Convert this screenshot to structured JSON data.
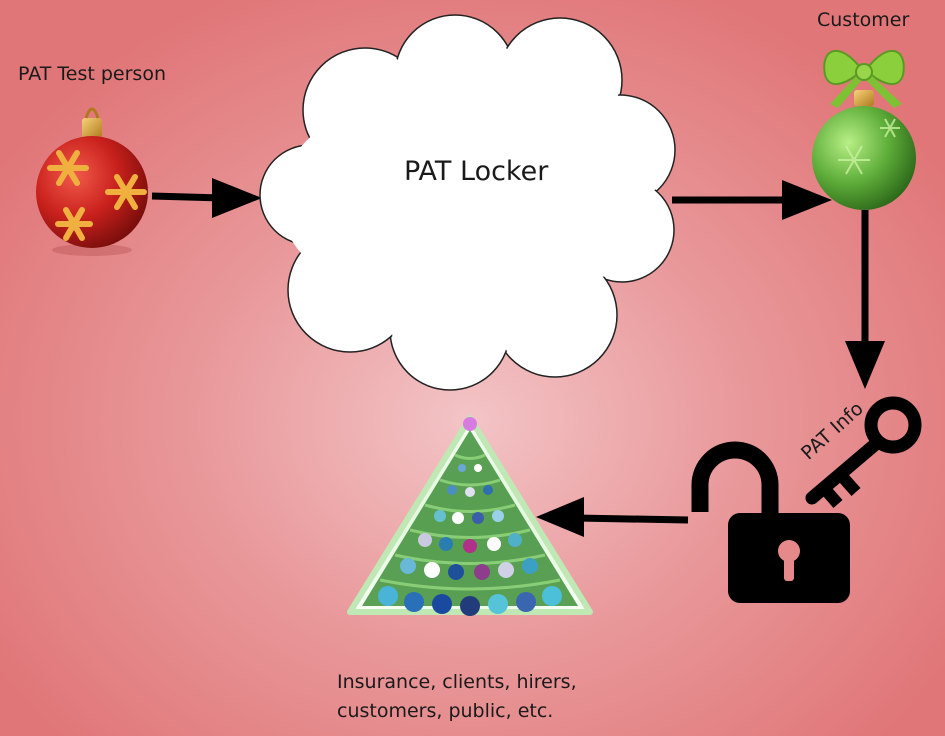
{
  "nodes": {
    "test_person": "PAT Test person",
    "customer": "Customer",
    "locker": "PAT Locker",
    "info": "PAT Info",
    "audience_line1": "Insurance, clients, hirers,",
    "audience_line2": "customers, public, etc."
  },
  "colors": {
    "background_center": "#f3c4c6",
    "background_edge": "#e07678",
    "red_ornament": "#c8201c",
    "gold_snowflake": "#f0b040",
    "green_ornament": "#5fae3a",
    "cloud_fill": "#ffffff",
    "arrow": "#000000"
  },
  "icons": [
    "red-ornament-icon",
    "green-ornament-icon",
    "cloud-shape",
    "key-icon",
    "open-padlock-icon",
    "christmas-tree-icon"
  ]
}
